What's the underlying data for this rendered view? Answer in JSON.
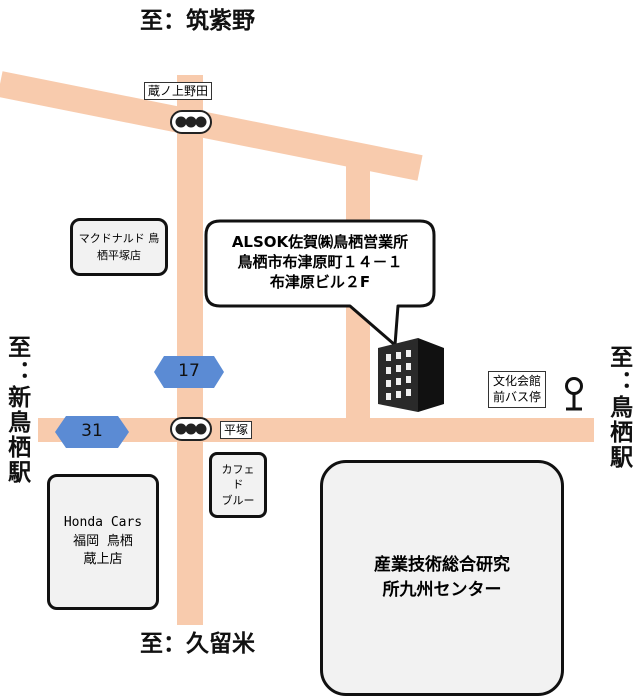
{
  "directions": {
    "north": "至：筑紫野",
    "south": "至：久留米",
    "west": "至：新鳥栖駅",
    "east": "至：鳥栖駅"
  },
  "intersections": {
    "north": "蔵ノ上野田",
    "south": "平塚"
  },
  "routes": {
    "vertical": "17",
    "horizontal": "31"
  },
  "landmarks": {
    "mcdonalds": "マクドナルド 鳥\n栖平塚店",
    "cafe": "カフェ\nド\nブルー",
    "honda": "Honda Cars\n福岡 鳥栖\n蔵上店",
    "research": "産業技術総合研究\n所九州センター",
    "bus_stop": "文化会館\n前バス停"
  },
  "destination": {
    "text": "ALSOK佐賀㈱鳥栖営業所\n鳥栖市布津原町１４－１\n布津原ビル２F"
  },
  "colors": {
    "road": "#f8cbad",
    "route_marker": "#5b8bd4",
    "poi_fill": "#f2f2f2",
    "building": "#1a1a1a"
  }
}
